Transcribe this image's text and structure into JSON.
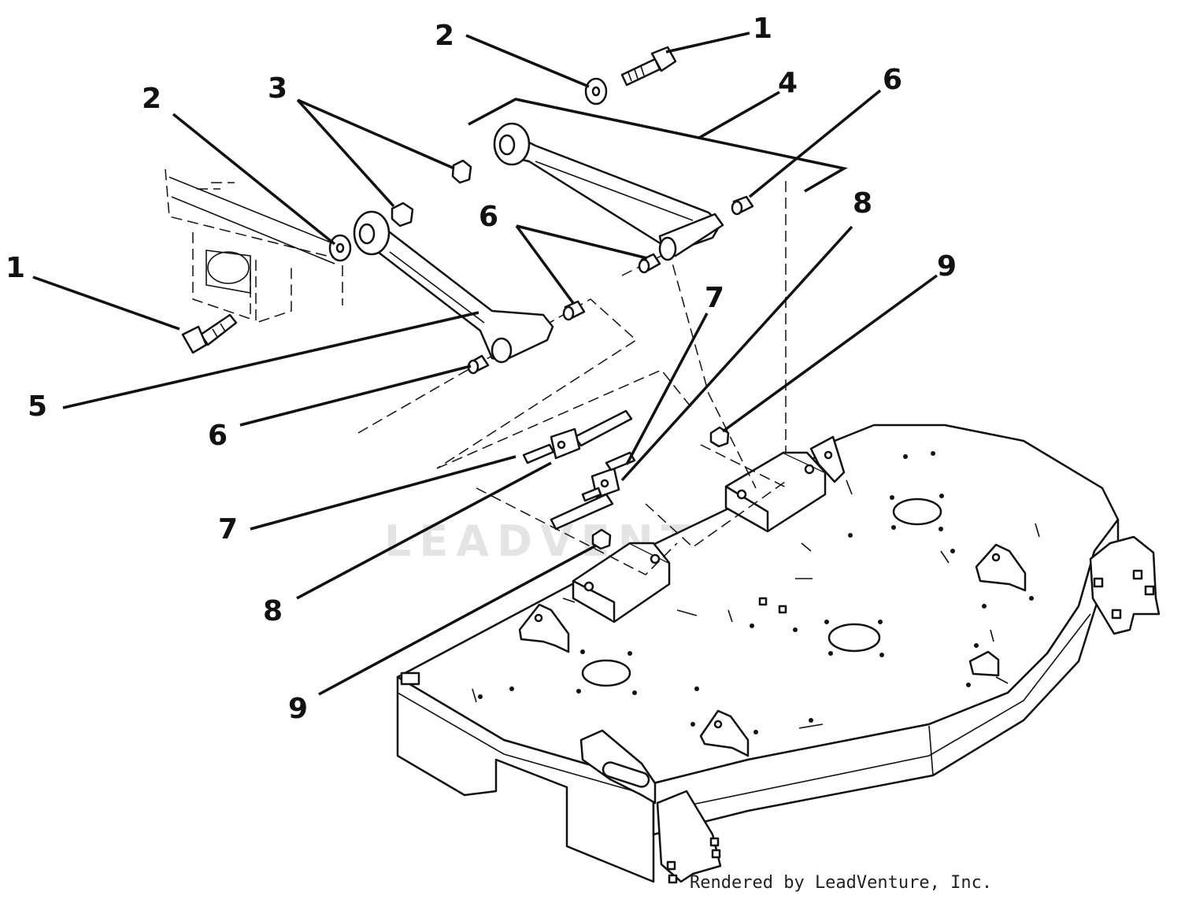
{
  "diagram": {
    "callouts": [
      {
        "id": "c1a",
        "text": "1"
      },
      {
        "id": "c2a",
        "text": "2"
      },
      {
        "id": "c4",
        "text": "4"
      },
      {
        "id": "c6a",
        "text": "6"
      },
      {
        "id": "c2b",
        "text": "2"
      },
      {
        "id": "c3",
        "text": "3"
      },
      {
        "id": "c1b",
        "text": "1"
      },
      {
        "id": "c6b",
        "text": "6"
      },
      {
        "id": "c8a",
        "text": "8"
      },
      {
        "id": "c9a",
        "text": "9"
      },
      {
        "id": "c7a",
        "text": "7"
      },
      {
        "id": "c5",
        "text": "5"
      },
      {
        "id": "c6c",
        "text": "6"
      },
      {
        "id": "c7b",
        "text": "7"
      },
      {
        "id": "c8b",
        "text": "8"
      },
      {
        "id": "c9b",
        "text": "9"
      }
    ],
    "watermark": "LEADVENTURE",
    "credit": "Rendered by LeadVenture, Inc."
  }
}
